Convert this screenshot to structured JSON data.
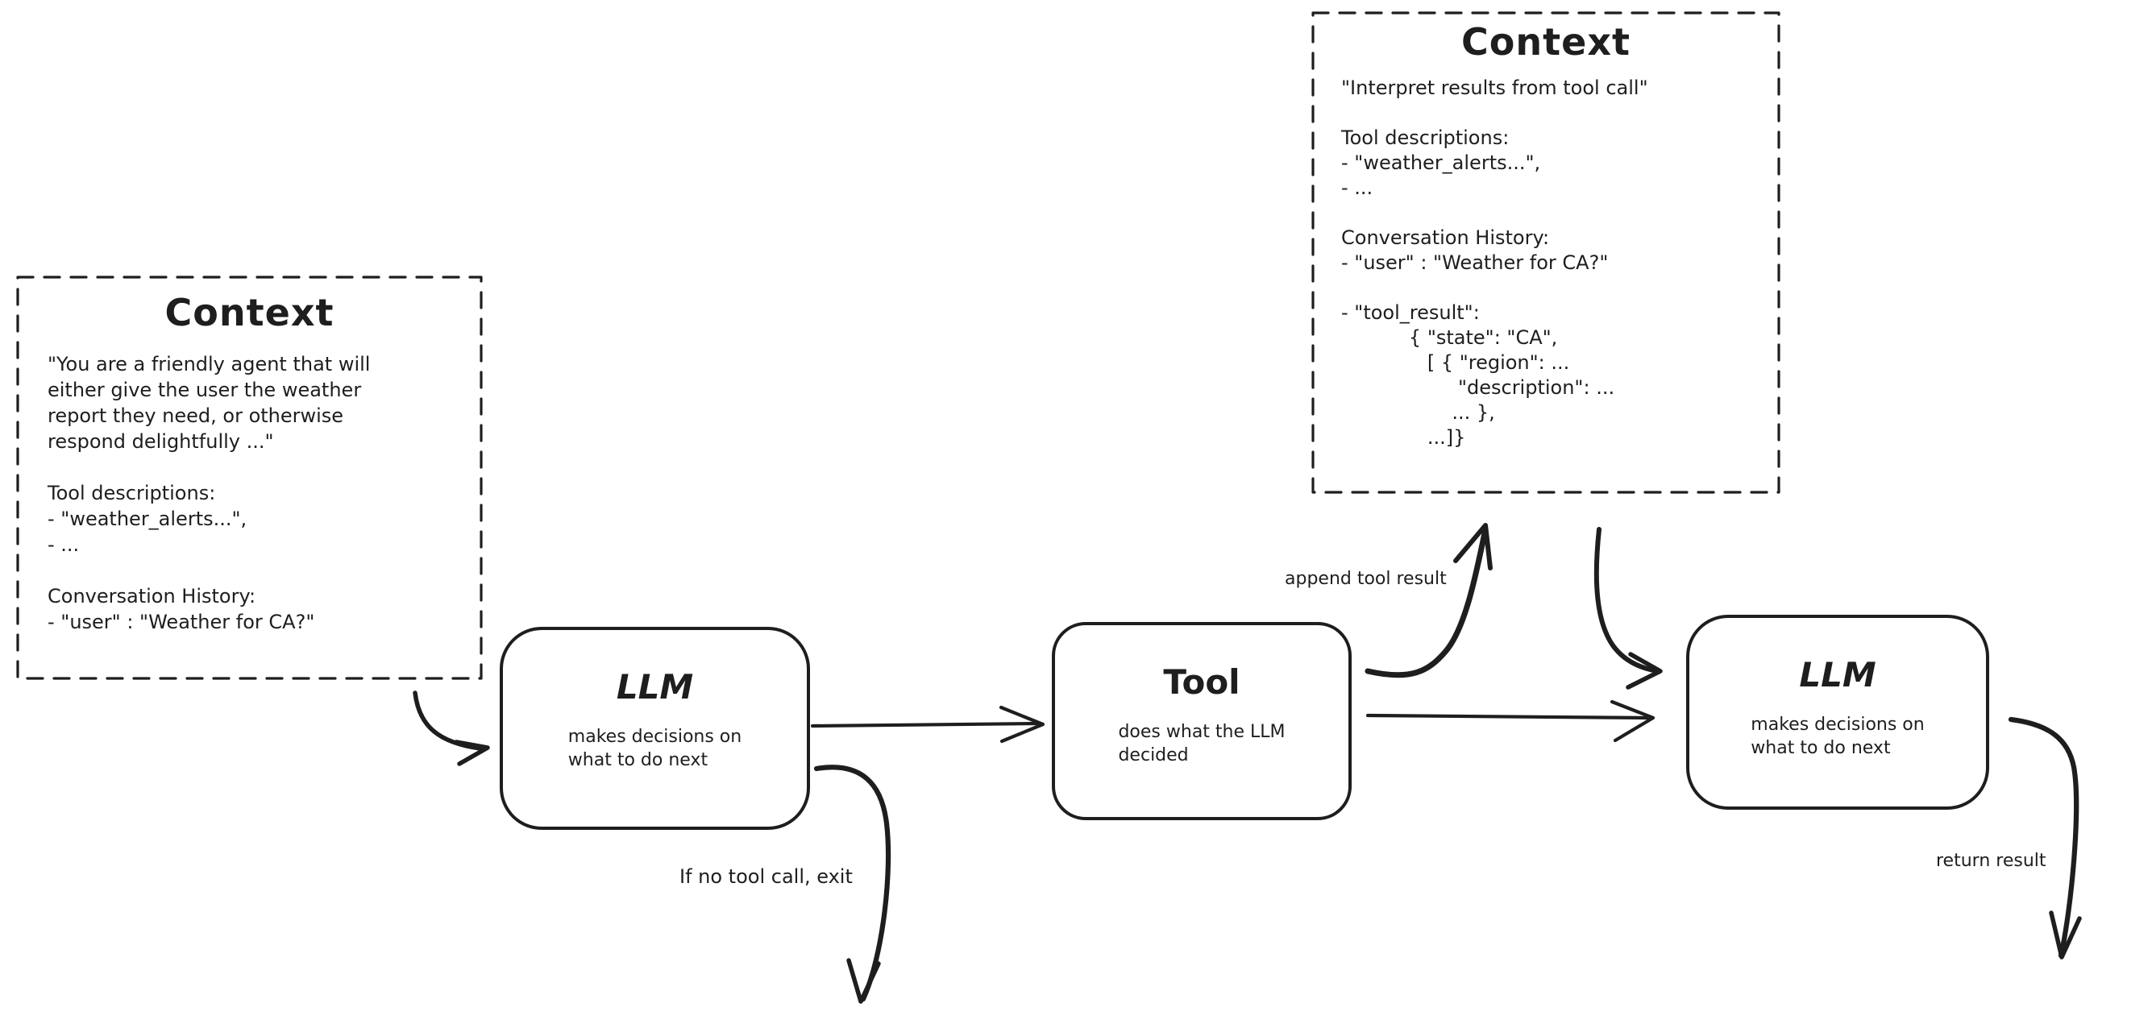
{
  "diagram": {
    "left_context": {
      "title": "Context",
      "body": "\"You are a friendly agent that will\neither give the user the weather\nreport they need, or otherwise\nrespond delightfully ...\"\n\nTool descriptions:\n- \"weather_alerts...\",\n- ...\n\nConversation History:\n- \"user\" : \"Weather for CA?\""
    },
    "top_context": {
      "title": "Context",
      "body": "\"Interpret results from tool call\"\n\nTool descriptions:\n- \"weather_alerts...\",\n- ...\n\nConversation History:\n- \"user\" : \"Weather for CA?\"\n\n- \"tool_result\":\n           { \"state\": \"CA\",\n              [ { \"region\": ...\n                   \"description\": ...\n                  ... },\n              ...]}"
    },
    "llm1": {
      "title": "LLM",
      "subtitle": "makes decisions on\nwhat to do next"
    },
    "tool": {
      "title": "Tool",
      "subtitle": "does what the LLM\ndecided"
    },
    "llm2": {
      "title": "LLM",
      "subtitle": "makes decisions on\nwhat to do next"
    },
    "labels": {
      "append_tool_result": "append tool result",
      "if_no_tool_call_exit": "If no tool call, exit",
      "return_result": "return result"
    },
    "colors": {
      "ink": "#1e1e1e",
      "background": "#ffffff"
    }
  }
}
